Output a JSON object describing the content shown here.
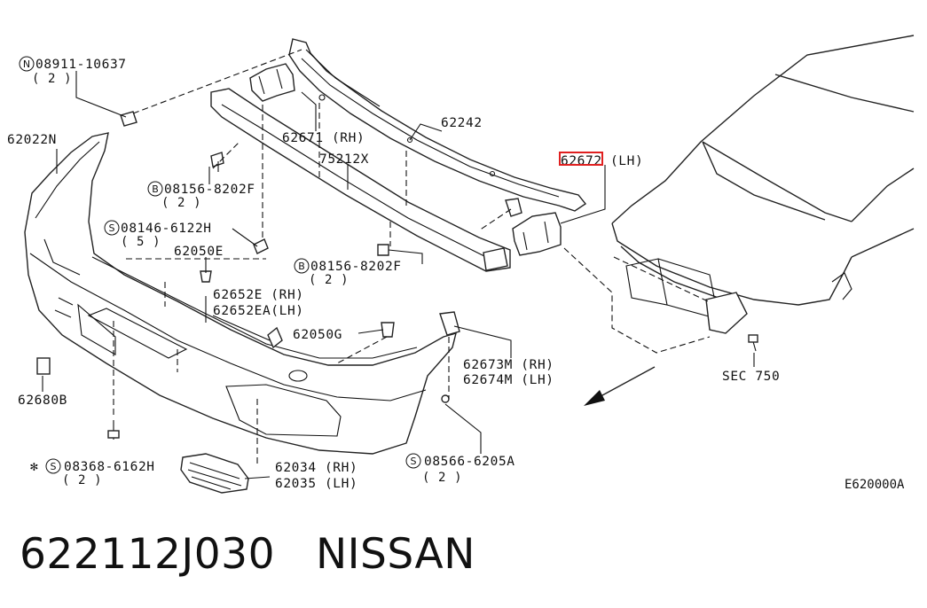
{
  "callouts": {
    "c1_code": "N",
    "c1_num": "08911-10637",
    "c1_qty": "( 2 )",
    "c2_num": "62022N",
    "c3_num": "62671 (RH)",
    "c4_num": "62242",
    "c5_code": "B",
    "c5_num": "08156-8202F",
    "c5_qty": "( 2 )",
    "c6_num": "75212X",
    "c7_code": "S",
    "c7_num": "08146-6122H",
    "c7_qty": "( 5 )",
    "c8_num": "62050E",
    "c9_code": "B",
    "c9_num": "08156-8202F",
    "c9_qty": "( 2 )",
    "c10_num": "62652E (RH)",
    "c11_num": "62652EA(LH)",
    "c12_num": "62050G",
    "c13_num": "62680B",
    "c14_num": "62673M (RH)",
    "c15_num": "62674M (LH)",
    "c16_prefix": "✻",
    "c16_code": "S",
    "c16_num": "08368-6162H",
    "c16_qty": "( 2 )",
    "c17_num": "62034 (RH)",
    "c18_num": "62035 (LH)",
    "c19_code": "S",
    "c19_num": "08566-6205A",
    "c19_qty": "( 2 )",
    "c20_num": "62672 (LH)",
    "c21_num": "SEC 750"
  },
  "highlight_color": "#e02020",
  "diagram_code": "E620000A",
  "caption": {
    "part_number": "622112J030",
    "brand": "NISSAN"
  }
}
